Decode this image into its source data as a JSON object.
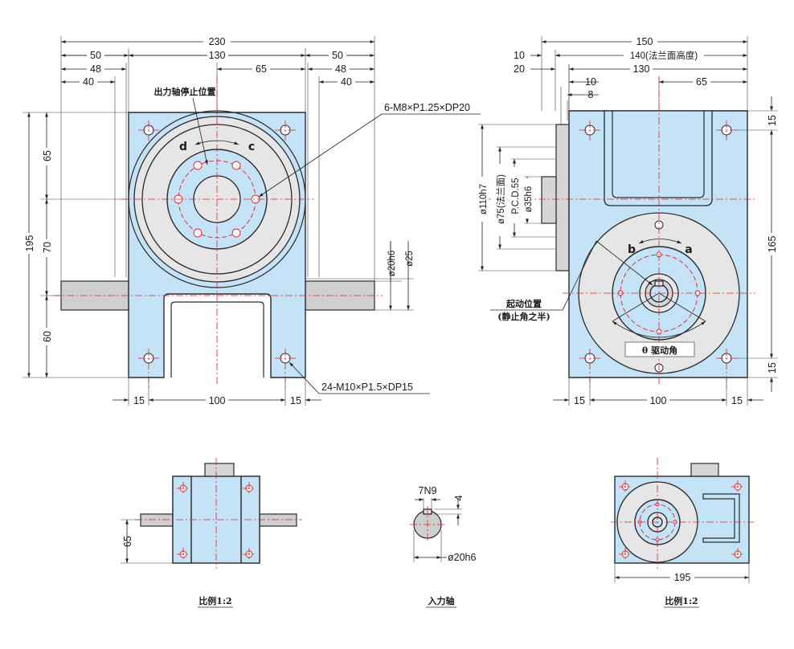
{
  "front_view": {
    "overall_width": "230",
    "left_offset": "50",
    "center_width": "130",
    "right_offset": "50",
    "half_offset": "65",
    "left_48": "48",
    "left_40": "40",
    "right_48": "48",
    "right_40": "40",
    "height_total": "195",
    "height_65": "65",
    "height_70": "70",
    "height_60": "60",
    "shaft_dia": "ø20h6",
    "boss_dia": "ø25",
    "bottom_15_left": "15",
    "bottom_100": "100",
    "bottom_15_right": "15",
    "output_stop_label": "出力轴停止位置",
    "rot_d": "d",
    "rot_c": "c",
    "thread_top": "6-M8×P1.25×DP20",
    "thread_bottom": "24-M10×P1.5×DP15"
  },
  "side_view": {
    "overall": "150",
    "flange_height": "140(法兰面高度)",
    "center_130": "130",
    "right_65": "65",
    "left_10a": "10",
    "left_20": "20",
    "left_10b": "10",
    "left_8": "8",
    "dia_110": "ø110h7",
    "dia_75": "ø75(法兰面)",
    "pcd": "P.C.D.55",
    "dia_35": "ø35h6",
    "right_15_top": "15",
    "right_165": "165",
    "right_15_bottom": "15",
    "bottom_15_left": "15",
    "bottom_100": "100",
    "bottom_15_right": "15",
    "rot_b": "b",
    "rot_a": "a",
    "start_pos_1": "起动位置",
    "start_pos_2": "(静止角之半)",
    "drive_angle": "θ 驱动角"
  },
  "small_views": {
    "left_dim": "65",
    "left_caption": "比例1:2",
    "shaft_key": "7N9",
    "shaft_key_depth": "4",
    "shaft_dia": "ø20h6",
    "shaft_caption": "入力轴",
    "right_dim": "195",
    "right_caption": "比例1:2"
  },
  "colors": {
    "body": "#c5e3f7",
    "centerline": "#e0202a",
    "plate": "#e6e6e6"
  }
}
